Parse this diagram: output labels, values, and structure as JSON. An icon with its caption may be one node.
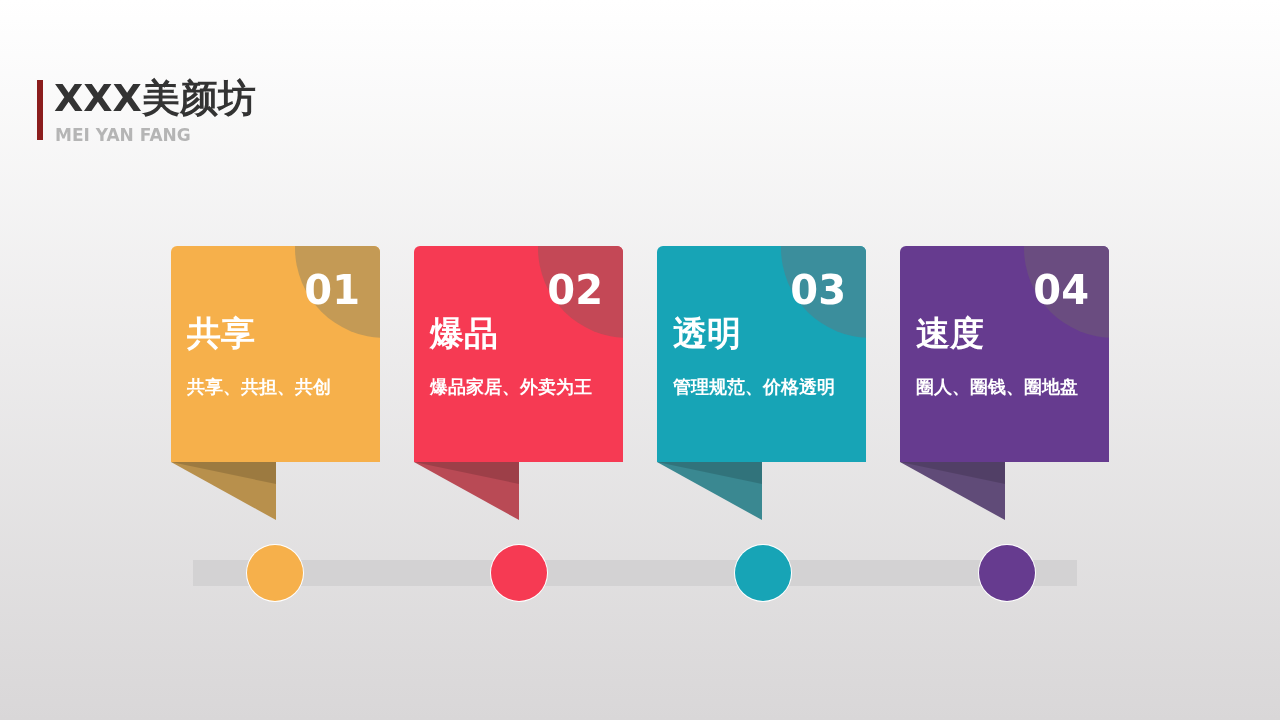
{
  "diagram": {
    "title": "XXX美颜坊",
    "nodes": [
      {
        "text": [
          "01",
          "共享",
          "共享、共担、共创"
        ]
      },
      {
        "text": [
          "02",
          "爆品",
          "爆品家居、外卖为王"
        ]
      },
      {
        "text": [
          "03",
          "透明",
          "管理规范、价格透明"
        ]
      },
      {
        "text": [
          "04",
          "速度",
          "圈人、圈钱、圈地盘"
        ]
      },
      {
        "text": [],
        "shape": "circle"
      },
      {
        "text": [],
        "shape": "circle"
      },
      {
        "text": [],
        "shape": "circle"
      },
      {
        "text": [],
        "shape": "circle"
      },
      {
        "text": [],
        "shape": "bar"
      }
    ],
    "labels": [
      "MEI YAN FANG"
    ]
  }
}
